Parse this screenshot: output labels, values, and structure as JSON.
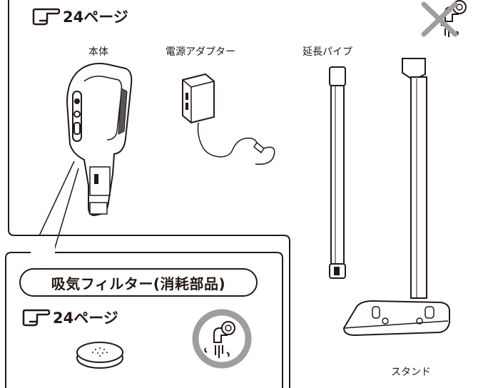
{
  "top_ref": {
    "page": "24ページ"
  },
  "labels": {
    "body": "本体",
    "adapter": "電源アダプター",
    "pipe": "延長パイプ",
    "stand": "スタンド"
  },
  "filter_box": {
    "title": "吸気フィルター(消耗部品)",
    "page": "24ページ"
  },
  "icons": {
    "top_right": "no-water-wash-icon",
    "filter": "water-wash-ok-icon",
    "reference": "pointing-hand-icon"
  },
  "colors": {
    "ink": "#231815",
    "gray_mark": "#9e9e9e"
  }
}
